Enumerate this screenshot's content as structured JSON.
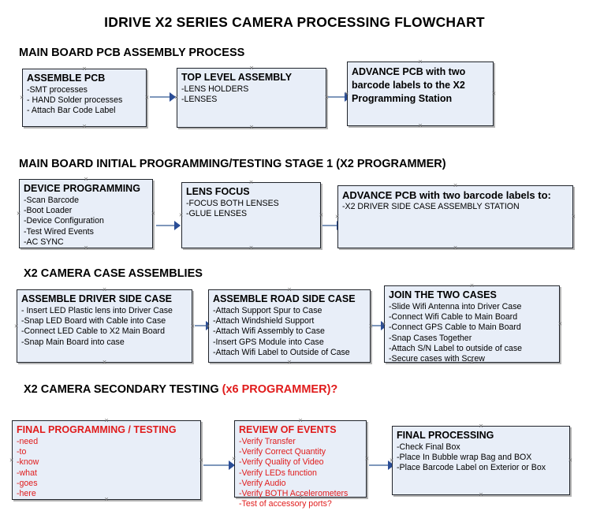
{
  "document": {
    "title": "IDRIVE X2  SERIES CAMERA PROCESSING FLOWCHART"
  },
  "colors": {
    "box_fill": "#e8eef8",
    "box_border": "#20242b",
    "connector_line": "#7e97bb",
    "arrow_head": "#2a4d96",
    "accent_red": "#e01b1b",
    "text": "#000000"
  },
  "sections": [
    {
      "id": "main-board-pcb-assembly",
      "heading": "MAIN BOARD PCB ASSEMBLY PROCESS",
      "heading_suffix": "",
      "nodes": [
        {
          "id": "assemble-pcb",
          "header": "ASSEMBLE PCB",
          "items": [
            "-SMT processes",
            "- HAND Solder processes",
            "- Attach Bar Code Label"
          ]
        },
        {
          "id": "top-level-assembly",
          "header": "TOP LEVEL ASSEMBLY",
          "items": [
            "-LENS HOLDERS",
            "-LENSES"
          ]
        },
        {
          "id": "advance-pcb-x2-programming-station",
          "header": "ADVANCE PCB with two barcode labels to the  X2 Programming Station",
          "items": []
        }
      ]
    },
    {
      "id": "main-board-initial-programming",
      "heading": "MAIN BOARD INITIAL PROGRAMMING/TESTING STAGE 1 (X2 PROGRAMMER)",
      "heading_suffix": "",
      "nodes": [
        {
          "id": "device-programming",
          "header": "DEVICE PROGRAMMING",
          "items": [
            "-Scan Barcode",
            "-Boot Loader",
            "-Device Configuration",
            "-Test Wired Events",
            "-AC SYNC"
          ]
        },
        {
          "id": "lens-focus",
          "header": "LENS FOCUS",
          "items": [
            "-FOCUS BOTH LENSES",
            "-GLUE LENSES"
          ]
        },
        {
          "id": "advance-pcb-driver-side-case",
          "header": "ADVANCE PCB with two barcode labels to:",
          "items": [
            "-X2 DRIVER  SIDE  CASE  ASSEMBLY STATION"
          ]
        }
      ]
    },
    {
      "id": "x2-camera-case-assemblies",
      "heading": "X2 CAMERA CASE ASSEMBLIES",
      "heading_suffix": "",
      "nodes": [
        {
          "id": "assemble-driver-side-case",
          "header": "ASSEMBLE DRIVER SIDE CASE",
          "items": [
            "- Insert LED Plastic lens into Driver Case",
            "-Snap LED Board with Cable into Case",
            "-Connect LED Cable to X2 Main Board",
            "-Snap Main Board into case"
          ]
        },
        {
          "id": "assemble-road-side-case",
          "header": "ASSEMBLE ROAD SIDE CASE",
          "items": [
            "-Attach Support Spur to Case",
            "-Attach Windshield Support",
            "-Attach Wifi Assembly to Case",
            "-Insert GPS Module into Case",
            "-Attach Wifi Label to Outside of Case"
          ]
        },
        {
          "id": "join-the-two-cases",
          "header": "JOIN THE TWO CASES",
          "items": [
            "-Slide Wifi Antenna into Driver Case",
            "-Connect Wifi Cable to Main Board",
            "-Connect GPS Cable to Main Board",
            "-Snap Cases Together",
            "-Attach S/N Label to outside of case",
            "-Secure cases with Screw"
          ]
        }
      ]
    },
    {
      "id": "x2-camera-secondary-testing",
      "heading": "X2 CAMERA SECONDARY TESTING ",
      "heading_suffix": "(x6 PROGRAMMER)?",
      "nodes": [
        {
          "id": "final-programming-testing",
          "header": "FINAL PROGRAMMING / TESTING",
          "items": [
            "-need",
            "-to",
            "-know",
            "-what",
            "-goes",
            "-here"
          ]
        },
        {
          "id": "review-of-events",
          "header": "REVIEW OF EVENTS",
          "items": [
            "-Verify Transfer",
            "-Verify Correct Quantity",
            "-Verify Quality of Video",
            "-Verify LEDs function",
            "-Verify Audio",
            "-Verify BOTH Accelerometers",
            "-Test of accessory ports?"
          ]
        },
        {
          "id": "final-processing",
          "header": "FINAL PROCESSING",
          "items": [
            " -Check Final Box",
            "-Place In Bubble wrap Bag and BOX",
            "-Place Barcode Label on Exterior or Box"
          ]
        }
      ]
    }
  ],
  "connector_handle_glyph": "×"
}
